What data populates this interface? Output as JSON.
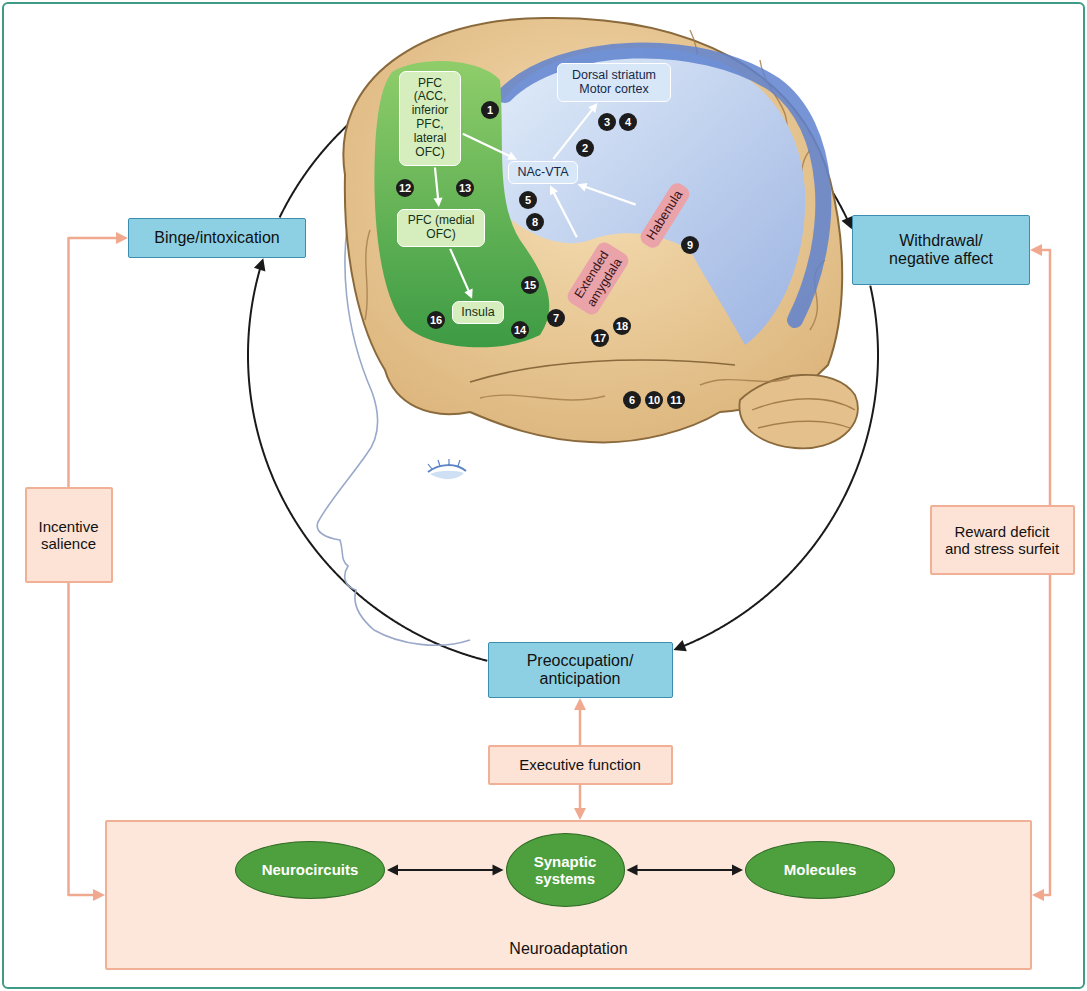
{
  "diagram": {
    "nodes": [
      {
        "text": [
          "PFC (ACC, inferior PFC, lateral OFC)"
        ]
      },
      {
        "text": [
          "Dorsal striatum Motor cortex"
        ]
      },
      {
        "text": [
          "NAc-VTA"
        ]
      },
      {
        "text": [
          "Habenula"
        ]
      },
      {
        "text": [
          "Binge/intoxication"
        ]
      },
      {
        "text": [
          "PFC (medial OFC)"
        ]
      },
      {
        "text": [
          "Withdrawal/ negative affect"
        ]
      },
      {
        "text": [
          "Extended amygdala"
        ]
      },
      {
        "text": [
          "Insula"
        ]
      },
      {
        "text": [
          "Preoccupation/ anticipation"
        ]
      },
      {
        "text": [
          "Incentive salience"
        ]
      },
      {
        "text": [
          "Reward deficit and stress surfeit"
        ]
      },
      {
        "text": [
          "Executive function"
        ]
      },
      {
        "text": [
          "Neuroadaptation"
        ]
      },
      {
        "text": [
          "Neurocircuits"
        ],
        "in": 13
      },
      {
        "text": [
          "Synaptic systems"
        ],
        "in": 13
      },
      {
        "text": [
          "Molecules"
        ],
        "in": 13
      }
    ],
    "edges": [
      {
        "from": 4,
        "to": 6,
        "arrow": "to"
      },
      {
        "from": 6,
        "to": 9,
        "arrow": "to"
      },
      {
        "from": 9,
        "to": 4,
        "arrow": "to"
      },
      {
        "from": 10,
        "to": 4,
        "arrow": "to"
      },
      {
        "from": 10,
        "to": 13,
        "arrow": "to"
      },
      {
        "from": 11,
        "to": 6,
        "arrow": "to"
      },
      {
        "from": 11,
        "to": 13,
        "arrow": "to"
      },
      {
        "from": 12,
        "to": 9,
        "arrow": "to"
      },
      {
        "from": 12,
        "to": 13,
        "arrow": "to"
      },
      {
        "from": 14,
        "to": 15,
        "arrow": "both"
      },
      {
        "from": 15,
        "to": 16,
        "arrow": "both"
      },
      {
        "from": 0,
        "to": 2,
        "arrow": "to"
      },
      {
        "from": 2,
        "to": 1,
        "arrow": "to"
      },
      {
        "from": 0,
        "to": 5,
        "arrow": "to"
      },
      {
        "from": 5,
        "to": 8,
        "arrow": "to"
      },
      {
        "from": 7,
        "to": 2,
        "arrow": "to"
      },
      {
        "from": 3,
        "to": 2,
        "arrow": "to"
      }
    ],
    "labels": [
      "1",
      "2",
      "3",
      "4",
      "5",
      "6",
      "7",
      "8",
      "9",
      "10",
      "11",
      "12",
      "13",
      "14",
      "15",
      "16",
      "17",
      "18"
    ]
  }
}
